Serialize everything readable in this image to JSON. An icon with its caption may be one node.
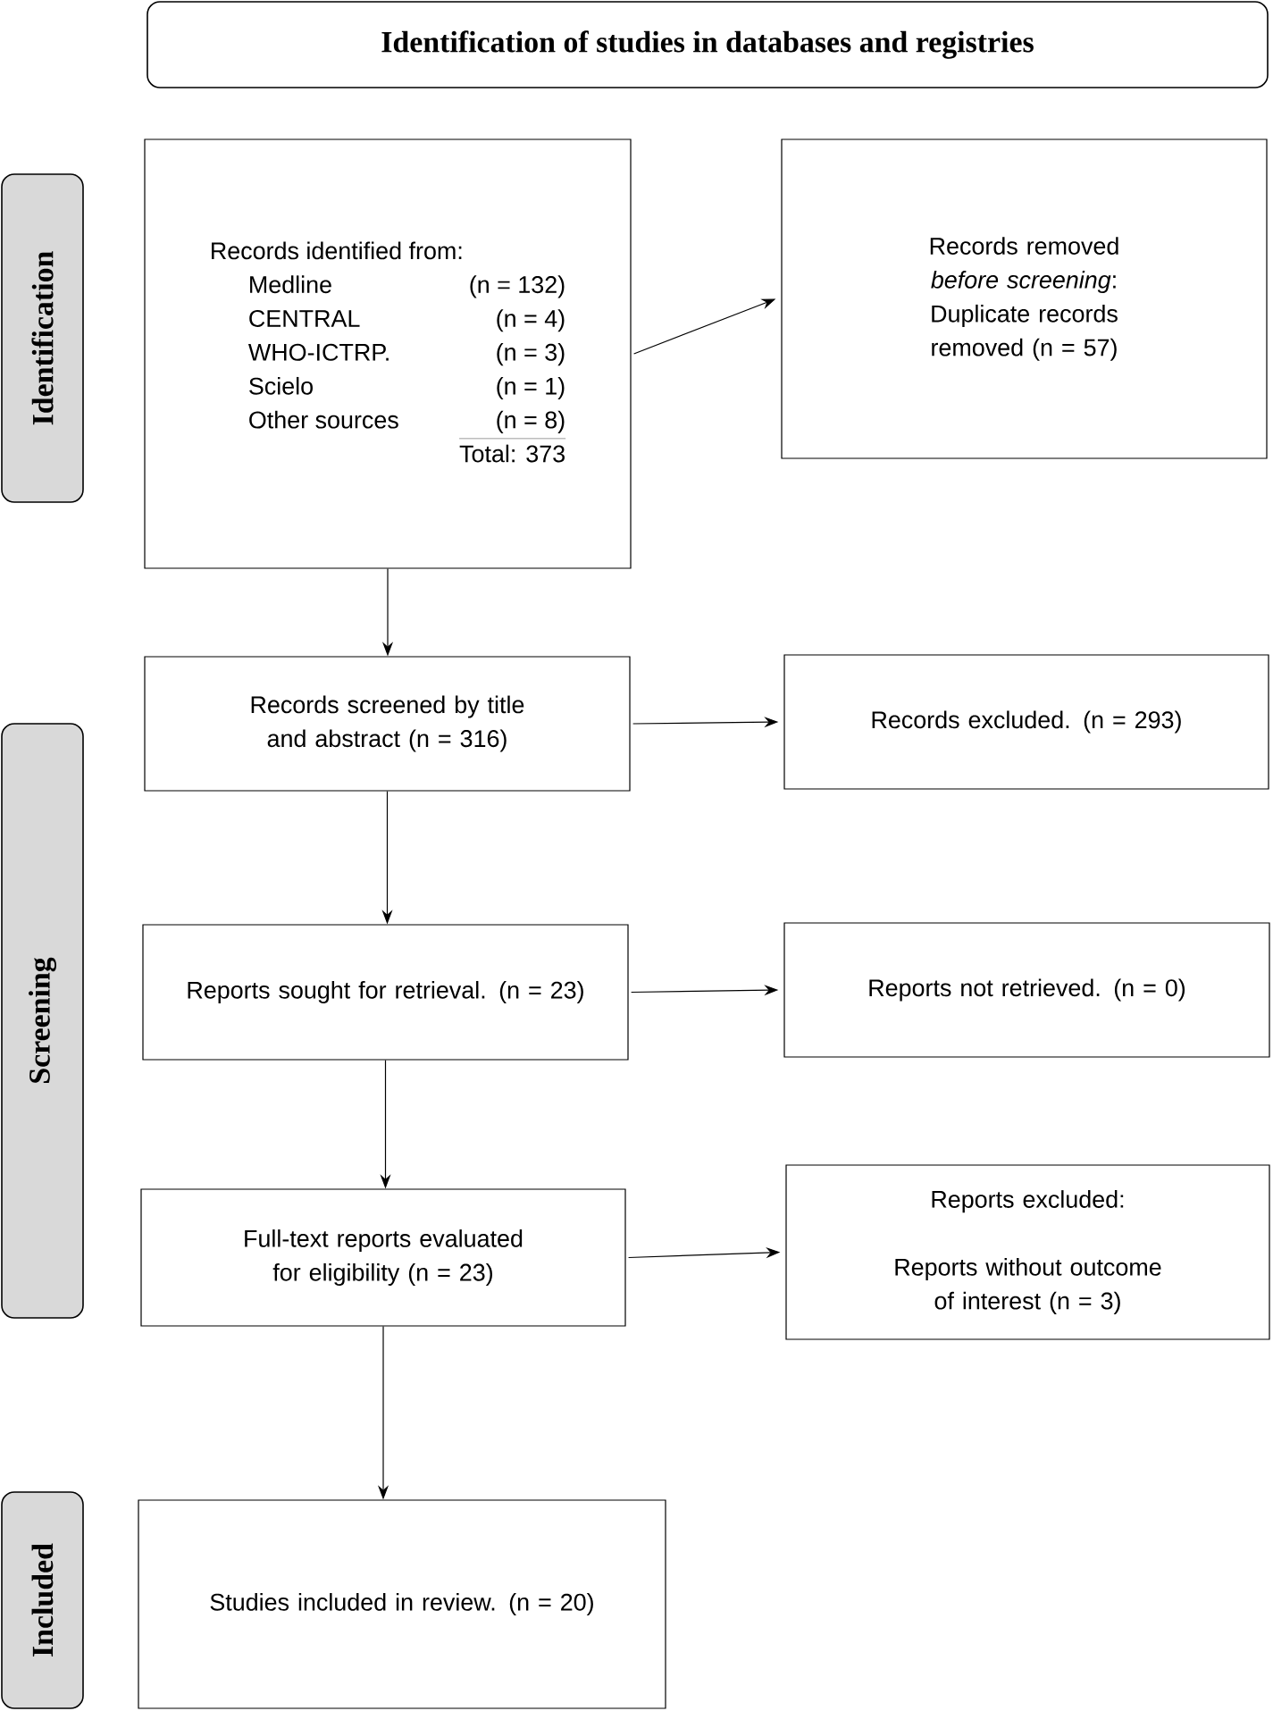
{
  "diagram": {
    "nodes": [
      {
        "text": [
          "Identification of studies in databases and registries"
        ]
      },
      {
        "text": [
          "Identification"
        ]
      },
      {
        "text": [
          "Screening"
        ]
      },
      {
        "text": [
          "Included"
        ]
      },
      {
        "text": [
          "Records identified from:",
          "Medline",
          "(n = 132)",
          "CENTRAL",
          "(n = 4)",
          "WHO-ICTRP.",
          "(n = 3)",
          "Scielo",
          "(n = 1)",
          "Other sources",
          "(n = 8)",
          "Total: 373"
        ]
      },
      {
        "text": [
          "Records removed *before screening*:",
          "Duplicate records removed (n = 57)"
        ]
      },
      {
        "text": [
          "Records screened by title and abstract (n = 316)"
        ]
      },
      {
        "text": [
          "Records excluded. (n = 293)"
        ]
      },
      {
        "text": [
          "Reports sought for retrieval. (n = 23)"
        ]
      },
      {
        "text": [
          "Reports not retrieved. (n = 0)"
        ]
      },
      {
        "text": [
          "Full-text reports evaluated for eligibility (n = 23)"
        ]
      },
      {
        "text": [
          "Reports excluded:",
          "Reports without outcome of interest (n = 3)"
        ]
      },
      {
        "text": [
          "Studies included in review. (n = 20)"
        ]
      }
    ],
    "edges": [
      {
        "from": 4,
        "to": 5,
        "arrow": "to"
      },
      {
        "from": 4,
        "to": 6,
        "arrow": "to"
      },
      {
        "from": 6,
        "to": 7,
        "arrow": "to"
      },
      {
        "from": 6,
        "to": 8,
        "arrow": "to"
      },
      {
        "from": 8,
        "to": 9,
        "arrow": "to"
      },
      {
        "from": 8,
        "to": 10,
        "arrow": "to"
      },
      {
        "from": 10,
        "to": 11,
        "arrow": "to"
      },
      {
        "from": 10,
        "to": 12,
        "arrow": "to"
      }
    ]
  }
}
